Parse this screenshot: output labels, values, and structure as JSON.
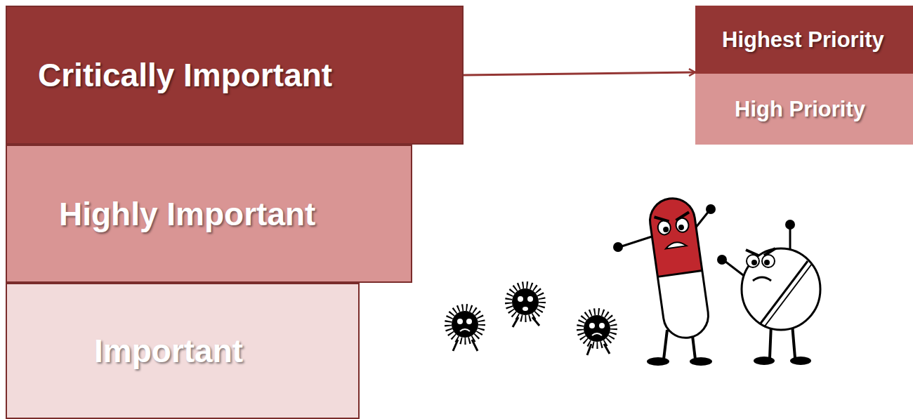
{
  "diagram": {
    "nodes": [
      {
        "text": [
          "Critically Important"
        ]
      },
      {
        "text": [
          "Highly Important"
        ]
      },
      {
        "text": [
          "Important"
        ]
      },
      {
        "text": [
          "Highest Priority"
        ]
      },
      {
        "text": [
          "High Priority"
        ]
      }
    ],
    "edges": [
      {
        "from": 0,
        "to": 3,
        "arrow": "to"
      }
    ]
  }
}
